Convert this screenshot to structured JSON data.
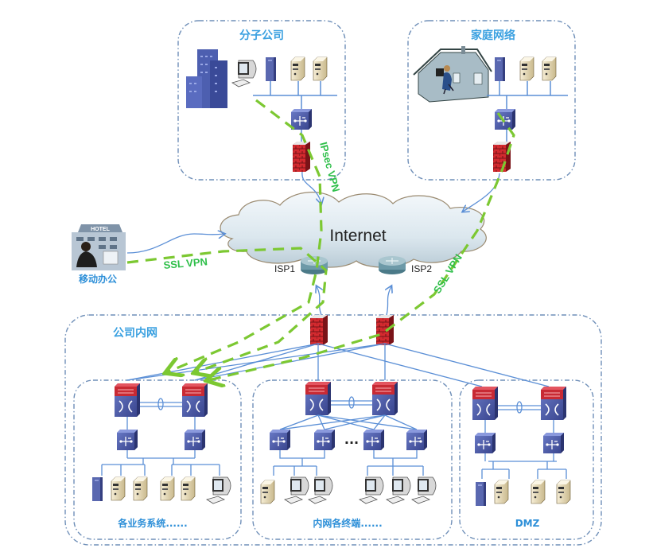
{
  "diagram": {
    "zones": {
      "branch": {
        "label": "分子公司"
      },
      "home": {
        "label": "家庭网络"
      },
      "mobile": {
        "label": "移动办公",
        "hotel_sign": "HOTEL"
      },
      "intranet": {
        "label": "公司内网"
      },
      "business": {
        "label": "各业务系统......"
      },
      "terminals": {
        "label": "内网各终端......"
      },
      "dmz": {
        "label": "DMZ"
      }
    },
    "internet": {
      "label": "Internet"
    },
    "isps": [
      {
        "label": "ISP1"
      },
      {
        "label": "ISP2"
      }
    ],
    "vpn_links": {
      "ipsec": "IPsec VPN",
      "ssl_mobile": "SSL VPN",
      "ssl_home": "SSL VPN"
    },
    "ellipsis": "...",
    "colors": {
      "zone_border": "#6f8fb8",
      "link_blue": "#5b8fd6",
      "vpn_green": "#7cc832",
      "title_blue": "#3aa0e0",
      "firewall_red": "#c0262b",
      "switch_blue": "#4a5aa0"
    }
  }
}
